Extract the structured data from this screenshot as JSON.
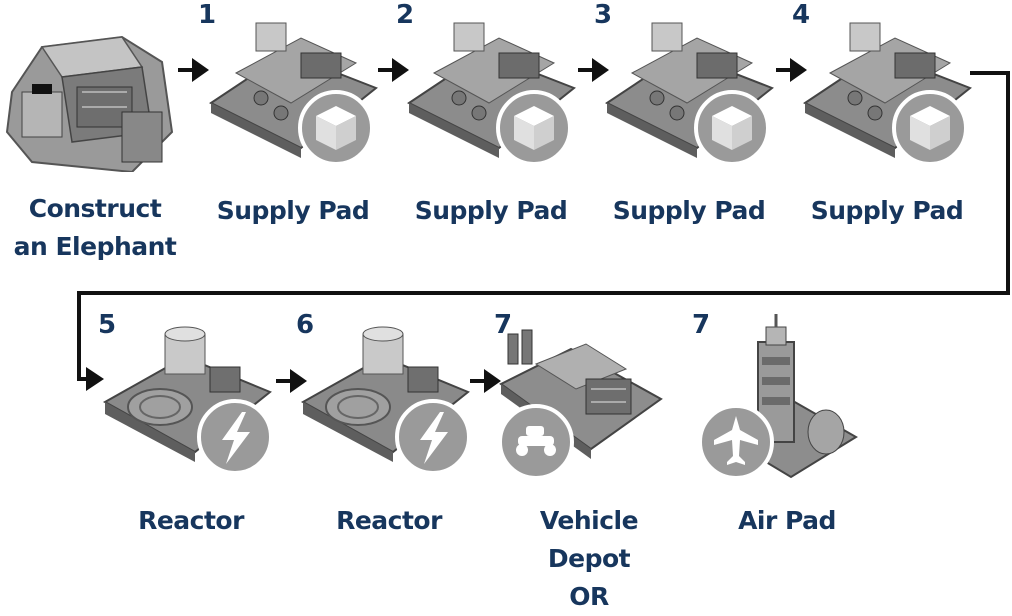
{
  "steps": [
    {
      "number": "",
      "label_lines": [
        "Construct",
        "an Elephant"
      ],
      "building": "elephant-vehicle",
      "badge_icon": ""
    },
    {
      "number": "1",
      "label_lines": [
        "Supply Pad"
      ],
      "building": "supply-pad",
      "badge_icon": "crate-icon"
    },
    {
      "number": "2",
      "label_lines": [
        "Supply Pad"
      ],
      "building": "supply-pad",
      "badge_icon": "crate-icon"
    },
    {
      "number": "3",
      "label_lines": [
        "Supply Pad"
      ],
      "building": "supply-pad",
      "badge_icon": "crate-icon"
    },
    {
      "number": "4",
      "label_lines": [
        "Supply Pad"
      ],
      "building": "supply-pad",
      "badge_icon": "crate-icon"
    },
    {
      "number": "5",
      "label_lines": [
        "Reactor"
      ],
      "building": "reactor",
      "badge_icon": "lightning-icon"
    },
    {
      "number": "6",
      "label_lines": [
        "Reactor"
      ],
      "building": "reactor",
      "badge_icon": "lightning-icon"
    },
    {
      "number": "7",
      "label_lines": [
        "Vehicle",
        "Depot",
        "OR"
      ],
      "building": "vehicle-depot",
      "badge_icon": "buggy-icon"
    },
    {
      "number": "7",
      "label_lines": [
        "Air Pad"
      ],
      "building": "air-pad",
      "badge_icon": "airplane-icon"
    }
  ],
  "colors": {
    "label": "#17365d",
    "arrow": "#111111",
    "badge": "#9a9a9a",
    "building": "#8c8c8c"
  }
}
